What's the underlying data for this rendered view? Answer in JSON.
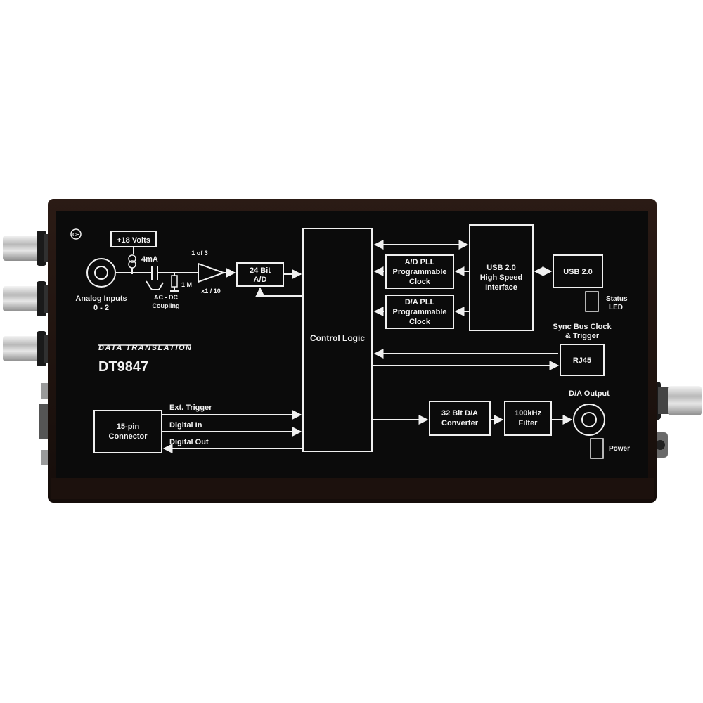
{
  "device": {
    "brand": "DATA TRANSLATION",
    "model": "DT9847",
    "ce_mark": "CE"
  },
  "analog": {
    "supply": "+18 Volts",
    "current": "4mA",
    "coupling_line1": "AC - DC",
    "coupling_line2": "Coupling",
    "resistor": "1 M",
    "mux": "1 of 3",
    "gain": "x1 / 10",
    "inputs_line1": "Analog Inputs",
    "inputs_line2": "0 - 2"
  },
  "adc": {
    "line1": "24 Bit",
    "line2": "A/D"
  },
  "control_logic": "Control Logic",
  "ad_pll": {
    "line1": "A/D PLL",
    "line2": "Programmable",
    "line3": "Clock"
  },
  "da_pll": {
    "line1": "D/A PLL",
    "line2": "Programmable",
    "line3": "Clock"
  },
  "usb_interface": {
    "line1": "USB 2.0",
    "line2": "High Speed",
    "line3": "Interface"
  },
  "usb_port": "USB 2.0",
  "status_led": {
    "line1": "Status",
    "line2": "LED"
  },
  "sync_bus": {
    "line1": "Sync Bus Clock",
    "line2": "& Trigger"
  },
  "rj45": "RJ45",
  "connector": {
    "line1": "15-pin",
    "line2": "Connector"
  },
  "signals": {
    "ext_trigger": "Ext. Trigger",
    "digital_in": "Digital In",
    "digital_out": "Digital Out"
  },
  "dac": {
    "line1": "32 Bit D/A",
    "line2": "Converter"
  },
  "filter": {
    "line1": "100kHz",
    "line2": "Filter"
  },
  "da_output": "D/A Output",
  "power": "Power",
  "colors": {
    "panel": "#0b0b0b",
    "body": "#2a1a14",
    "ink": "#f0f0f0"
  }
}
